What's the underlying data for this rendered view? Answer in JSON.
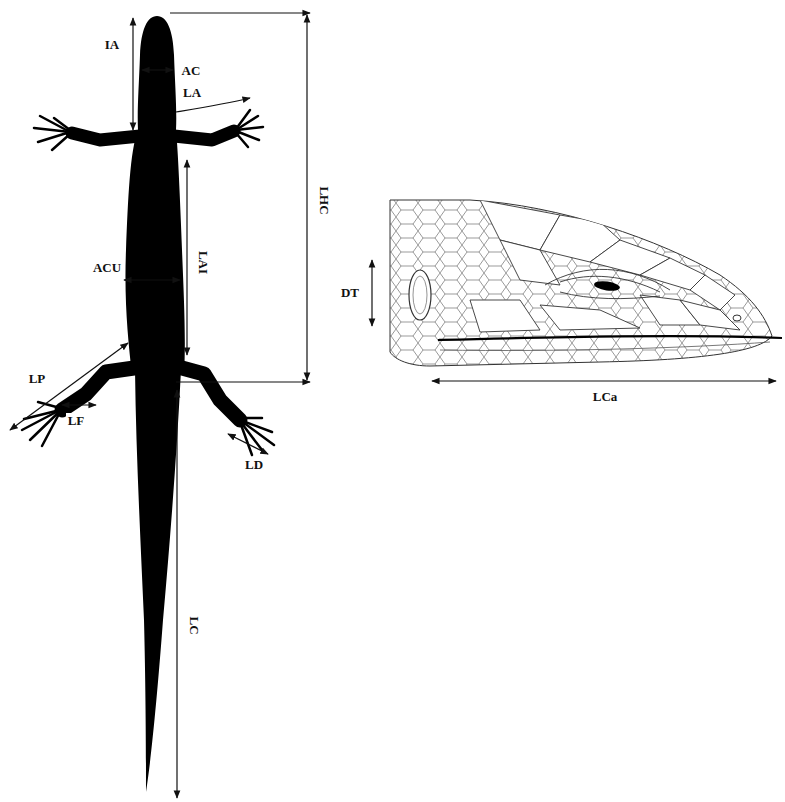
{
  "diagram": {
    "labels": [
      "IA",
      "AC",
      "LA",
      "LAI",
      "LHC",
      "ACU",
      "LP",
      "LF",
      "LD",
      "LC",
      "DT",
      "LCa"
    ]
  }
}
